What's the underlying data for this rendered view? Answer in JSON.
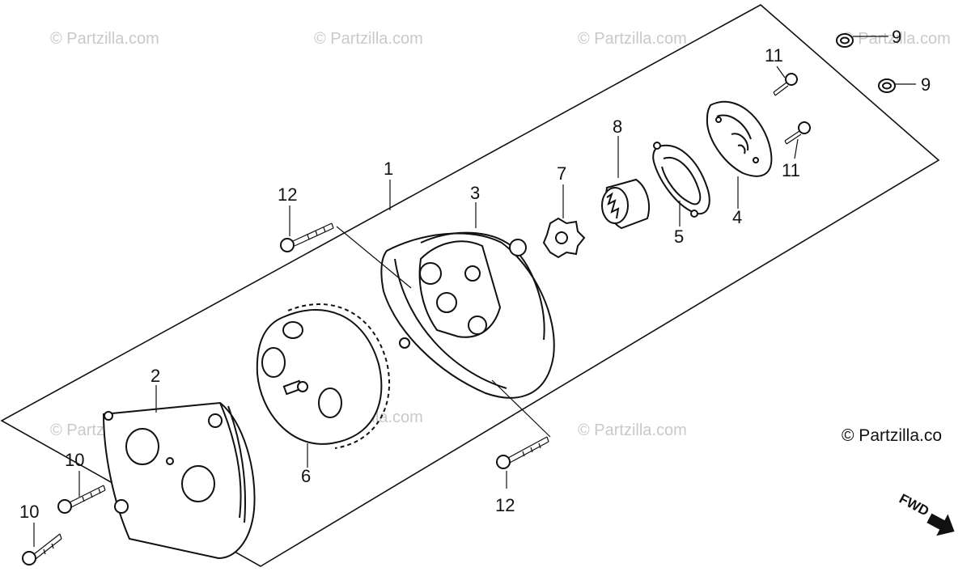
{
  "watermark": "© Partzilla.com",
  "copyright": "© Partzilla.co",
  "fwd_label": "FWD",
  "callouts": {
    "c1": "1",
    "c2": "2",
    "c3": "3",
    "c4": "4",
    "c5": "5",
    "c6": "6",
    "c7": "7",
    "c8": "8",
    "c9a": "9",
    "c9b": "9",
    "c10a": "10",
    "c10b": "10",
    "c11a": "11",
    "c11b": "11",
    "c12a": "12",
    "c12b": "12"
  }
}
